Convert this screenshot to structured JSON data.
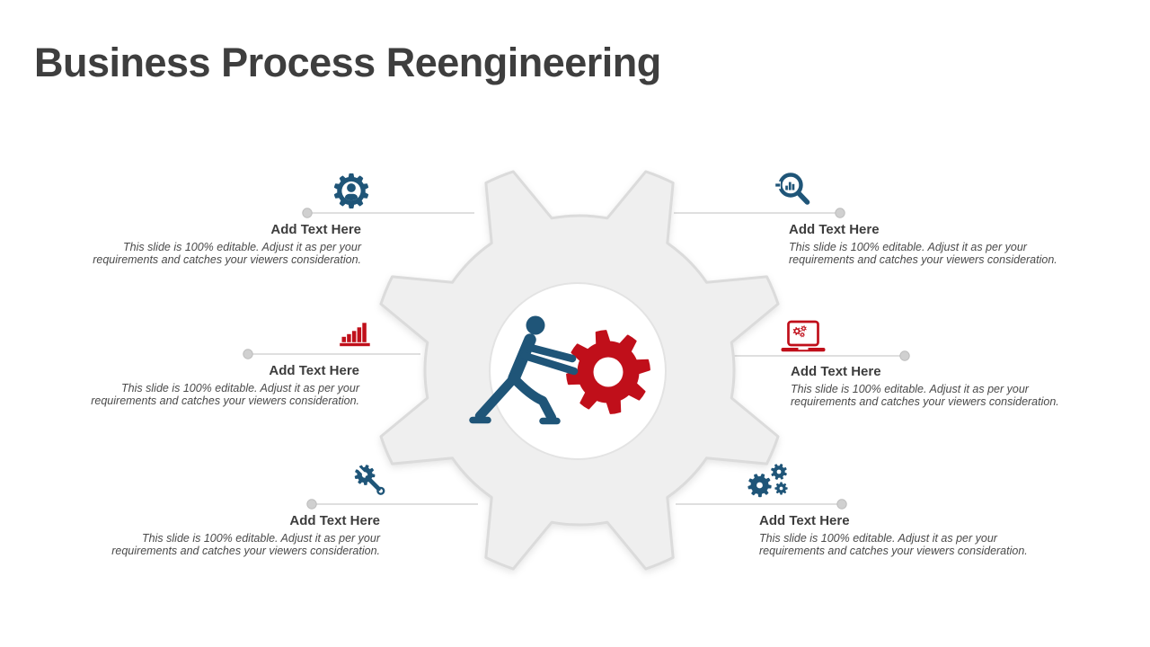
{
  "title": "Business Process Reengineering",
  "items": [
    {
      "position": "top-left",
      "icon": "user-gear-icon",
      "heading": "Add Text Here",
      "body": "This slide is 100% editable. Adjust it as per your requirements and catches your viewers consideration."
    },
    {
      "position": "top-right",
      "icon": "analytics-search-icon",
      "heading": "Add Text Here",
      "body": "This slide is 100% editable. Adjust it as per your requirements and catches your viewers consideration."
    },
    {
      "position": "middle-left",
      "icon": "growth-bars-icon",
      "heading": "Add Text Here",
      "body": "This slide is 100% editable. Adjust it as per your requirements and catches your viewers consideration."
    },
    {
      "position": "middle-right",
      "icon": "laptop-gears-icon",
      "heading": "Add Text Here",
      "body": "This slide is 100% editable. Adjust it as per your requirements and catches your viewers consideration."
    },
    {
      "position": "bottom-left",
      "icon": "wrench-gear-icon",
      "heading": "Add Text Here",
      "body": "This slide is 100% editable. Adjust it as per your requirements and catches your viewers consideration."
    },
    {
      "position": "bottom-right",
      "icon": "gears-icon",
      "heading": "Add Text Here",
      "body": "This slide is 100% editable. Adjust it as per your requirements and catches your viewers consideration."
    }
  ],
  "colors": {
    "accent_blue": "#1f5578",
    "accent_red": "#c00f1a",
    "gear_gray": "#efefef",
    "heading_text": "#3d3d3d",
    "body_text": "#4a4a4a",
    "title_text": "#3e3e3e",
    "connector": "#cccccc"
  }
}
